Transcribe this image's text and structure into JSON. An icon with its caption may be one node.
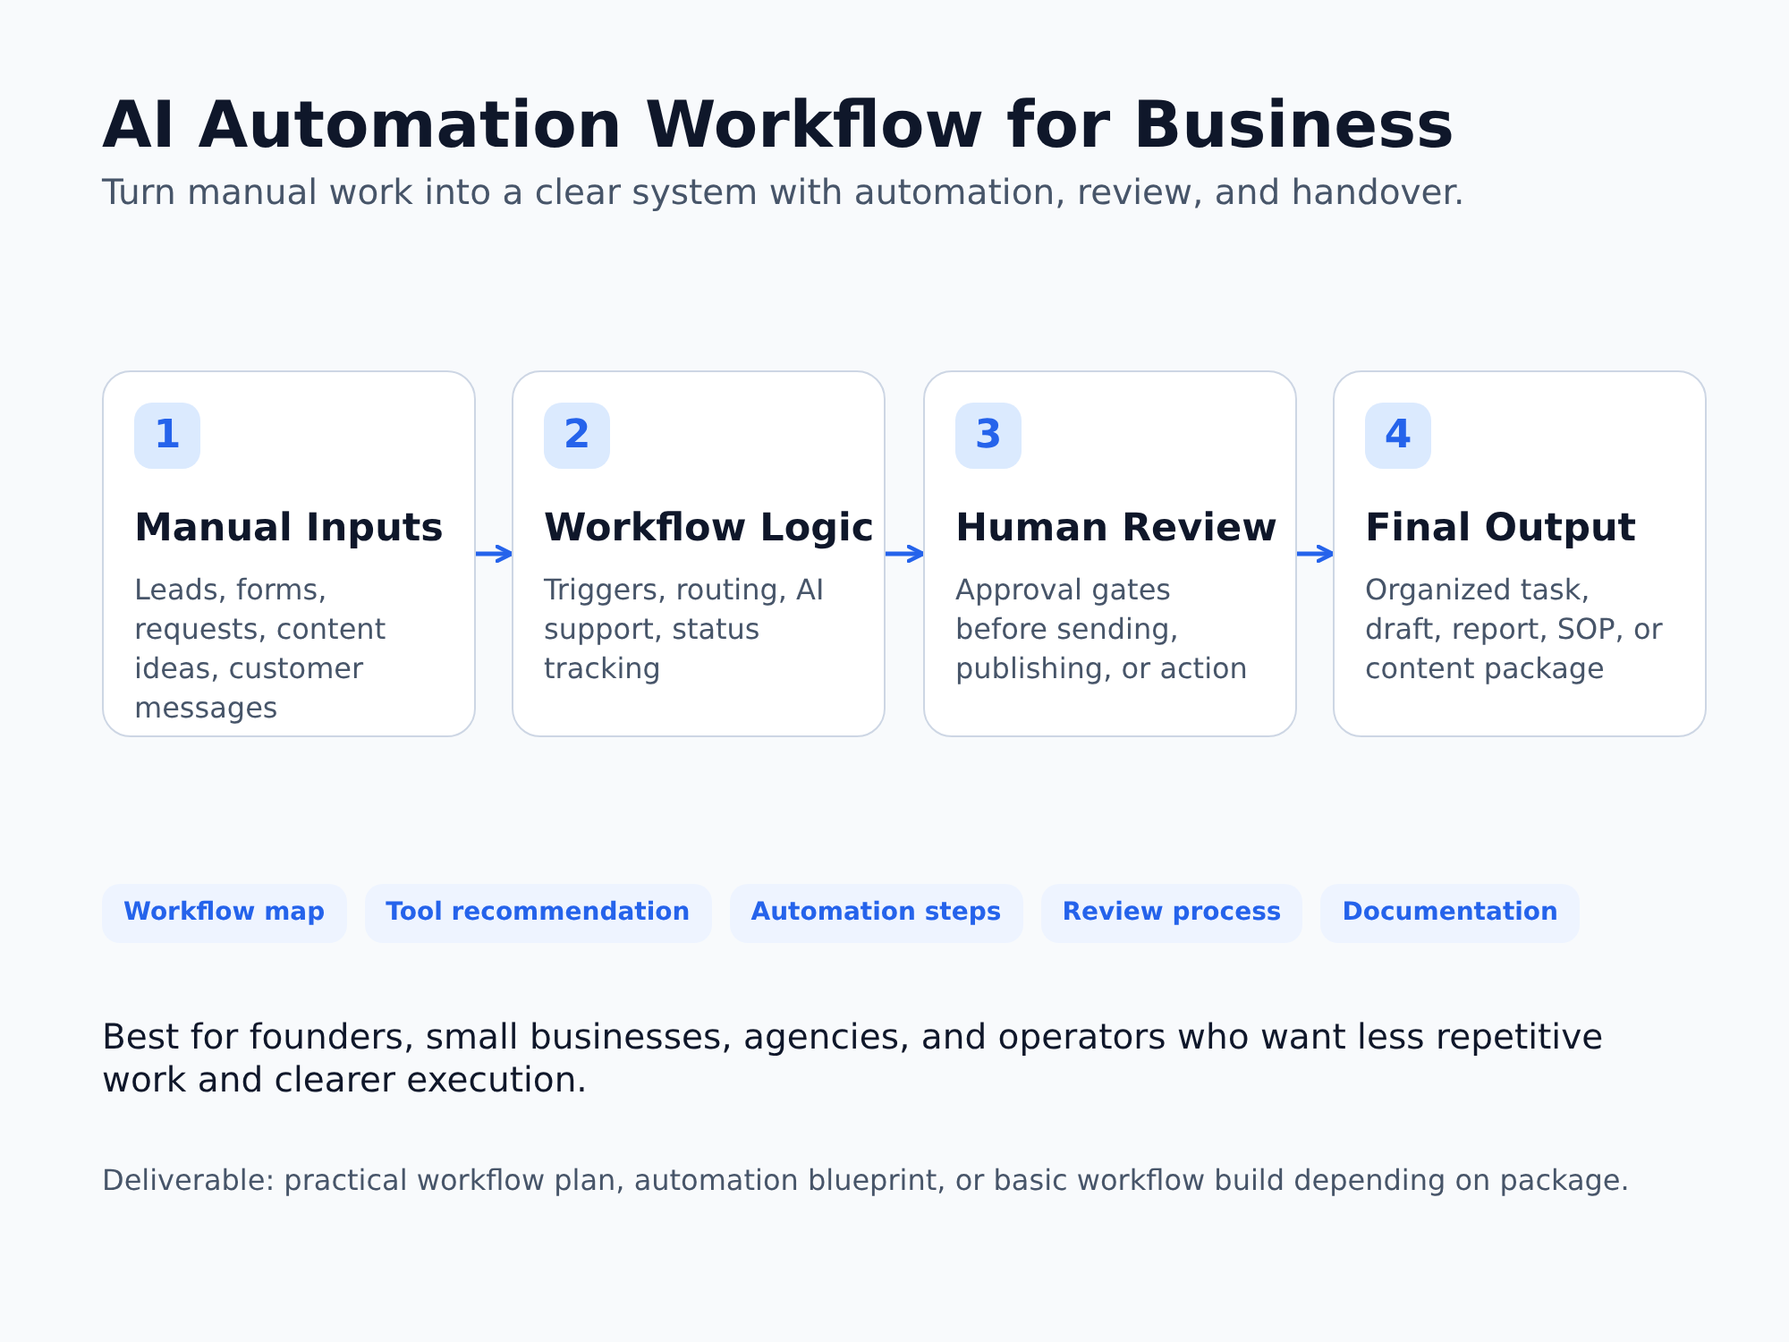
{
  "diagram": {
    "title": "AI Automation Workflow for Business",
    "nodes": [
      {
        "text": [
          "Manual Inputs",
          "Leads, forms, requests, content ideas, customer messages"
        ]
      },
      {
        "text": [
          "1"
        ],
        "in": 0
      },
      {
        "text": [
          "Workflow Logic",
          "Triggers, routing, AI support, status tracking"
        ]
      },
      {
        "text": [
          "2"
        ],
        "in": 2
      },
      {
        "text": [
          "Human Review",
          "Approval gates before sending, publishing, or action"
        ]
      },
      {
        "text": [
          "3"
        ],
        "in": 4
      },
      {
        "text": [
          "Final Output",
          "Organized task, draft, report, SOP, or content package"
        ]
      },
      {
        "text": [
          "4"
        ],
        "in": 6
      },
      {
        "text": [
          "Workflow map"
        ]
      },
      {
        "text": [
          "Tool recommendation"
        ]
      },
      {
        "text": [
          "Automation steps"
        ]
      },
      {
        "text": [
          "Review process"
        ]
      },
      {
        "text": [
          "Documentation"
        ]
      }
    ],
    "edges": [
      {
        "from": 0,
        "to": 2,
        "arrow": "to"
      },
      {
        "from": 2,
        "to": 4,
        "arrow": "to"
      },
      {
        "from": 4,
        "to": 6,
        "arrow": "to"
      }
    ],
    "labels": [
      "Turn manual work into a clear system with automation, review, and handover.",
      "Best for founders, small businesses, agencies, and operators who want less repetitive work and clearer execution.",
      "Deliverable: practical workflow plan, automation blueprint, or basic workflow build depending on package."
    ]
  }
}
